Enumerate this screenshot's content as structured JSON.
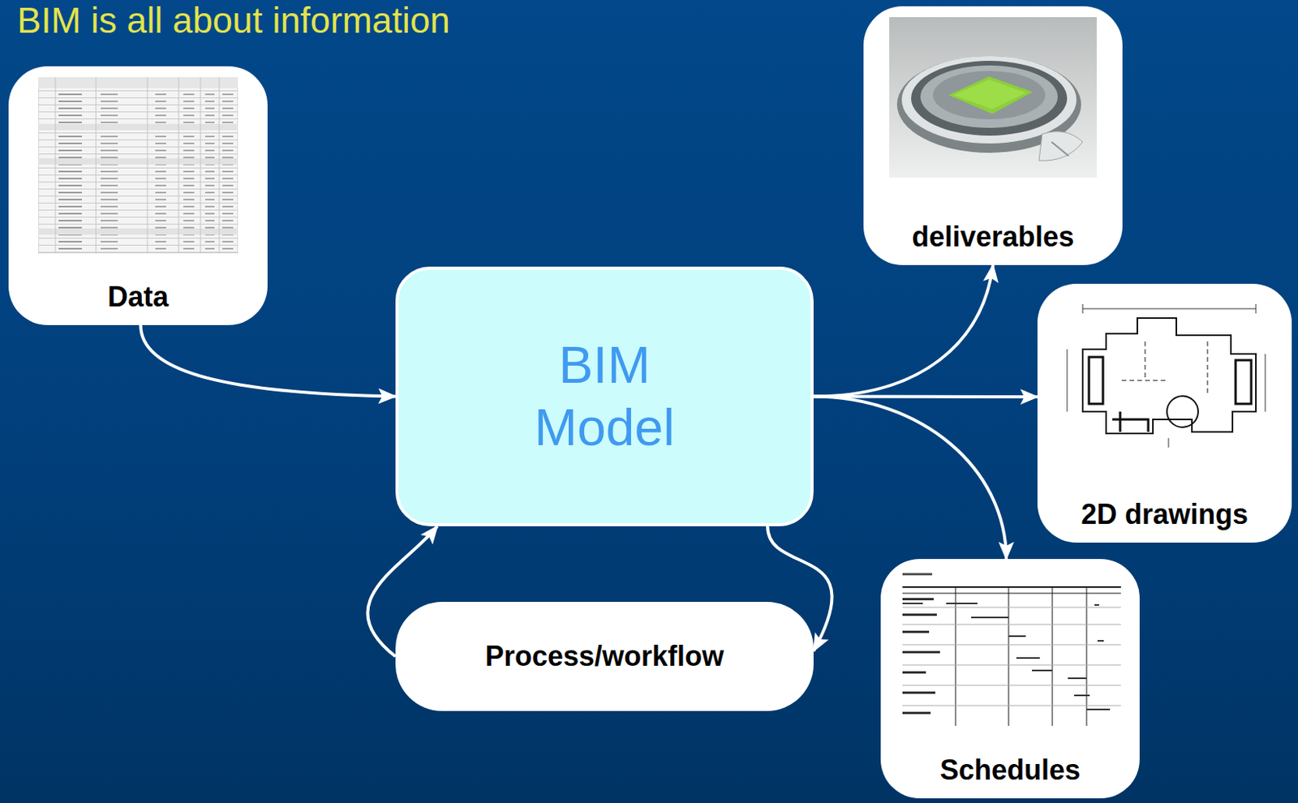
{
  "diagram": {
    "title": "BIM is all about information",
    "nodes": [
      {
        "text": [
          "Data"
        ]
      },
      {
        "text": [
          "BIM Model"
        ]
      },
      {
        "text": [
          "deliverables"
        ]
      },
      {
        "text": [
          "2D drawings"
        ]
      },
      {
        "text": [
          "Process/workflow"
        ]
      },
      {
        "text": [
          "Schedules"
        ]
      }
    ],
    "edges": [
      {
        "from": 0,
        "to": 1,
        "arrow": "to"
      },
      {
        "from": 1,
        "to": 2,
        "arrow": "to"
      },
      {
        "from": 1,
        "to": 3,
        "arrow": "to"
      },
      {
        "from": 1,
        "to": 5,
        "arrow": "to"
      },
      {
        "from": 4,
        "to": 1,
        "arrow": "to"
      },
      {
        "from": 1,
        "to": 4,
        "arrow": "to"
      }
    ]
  }
}
